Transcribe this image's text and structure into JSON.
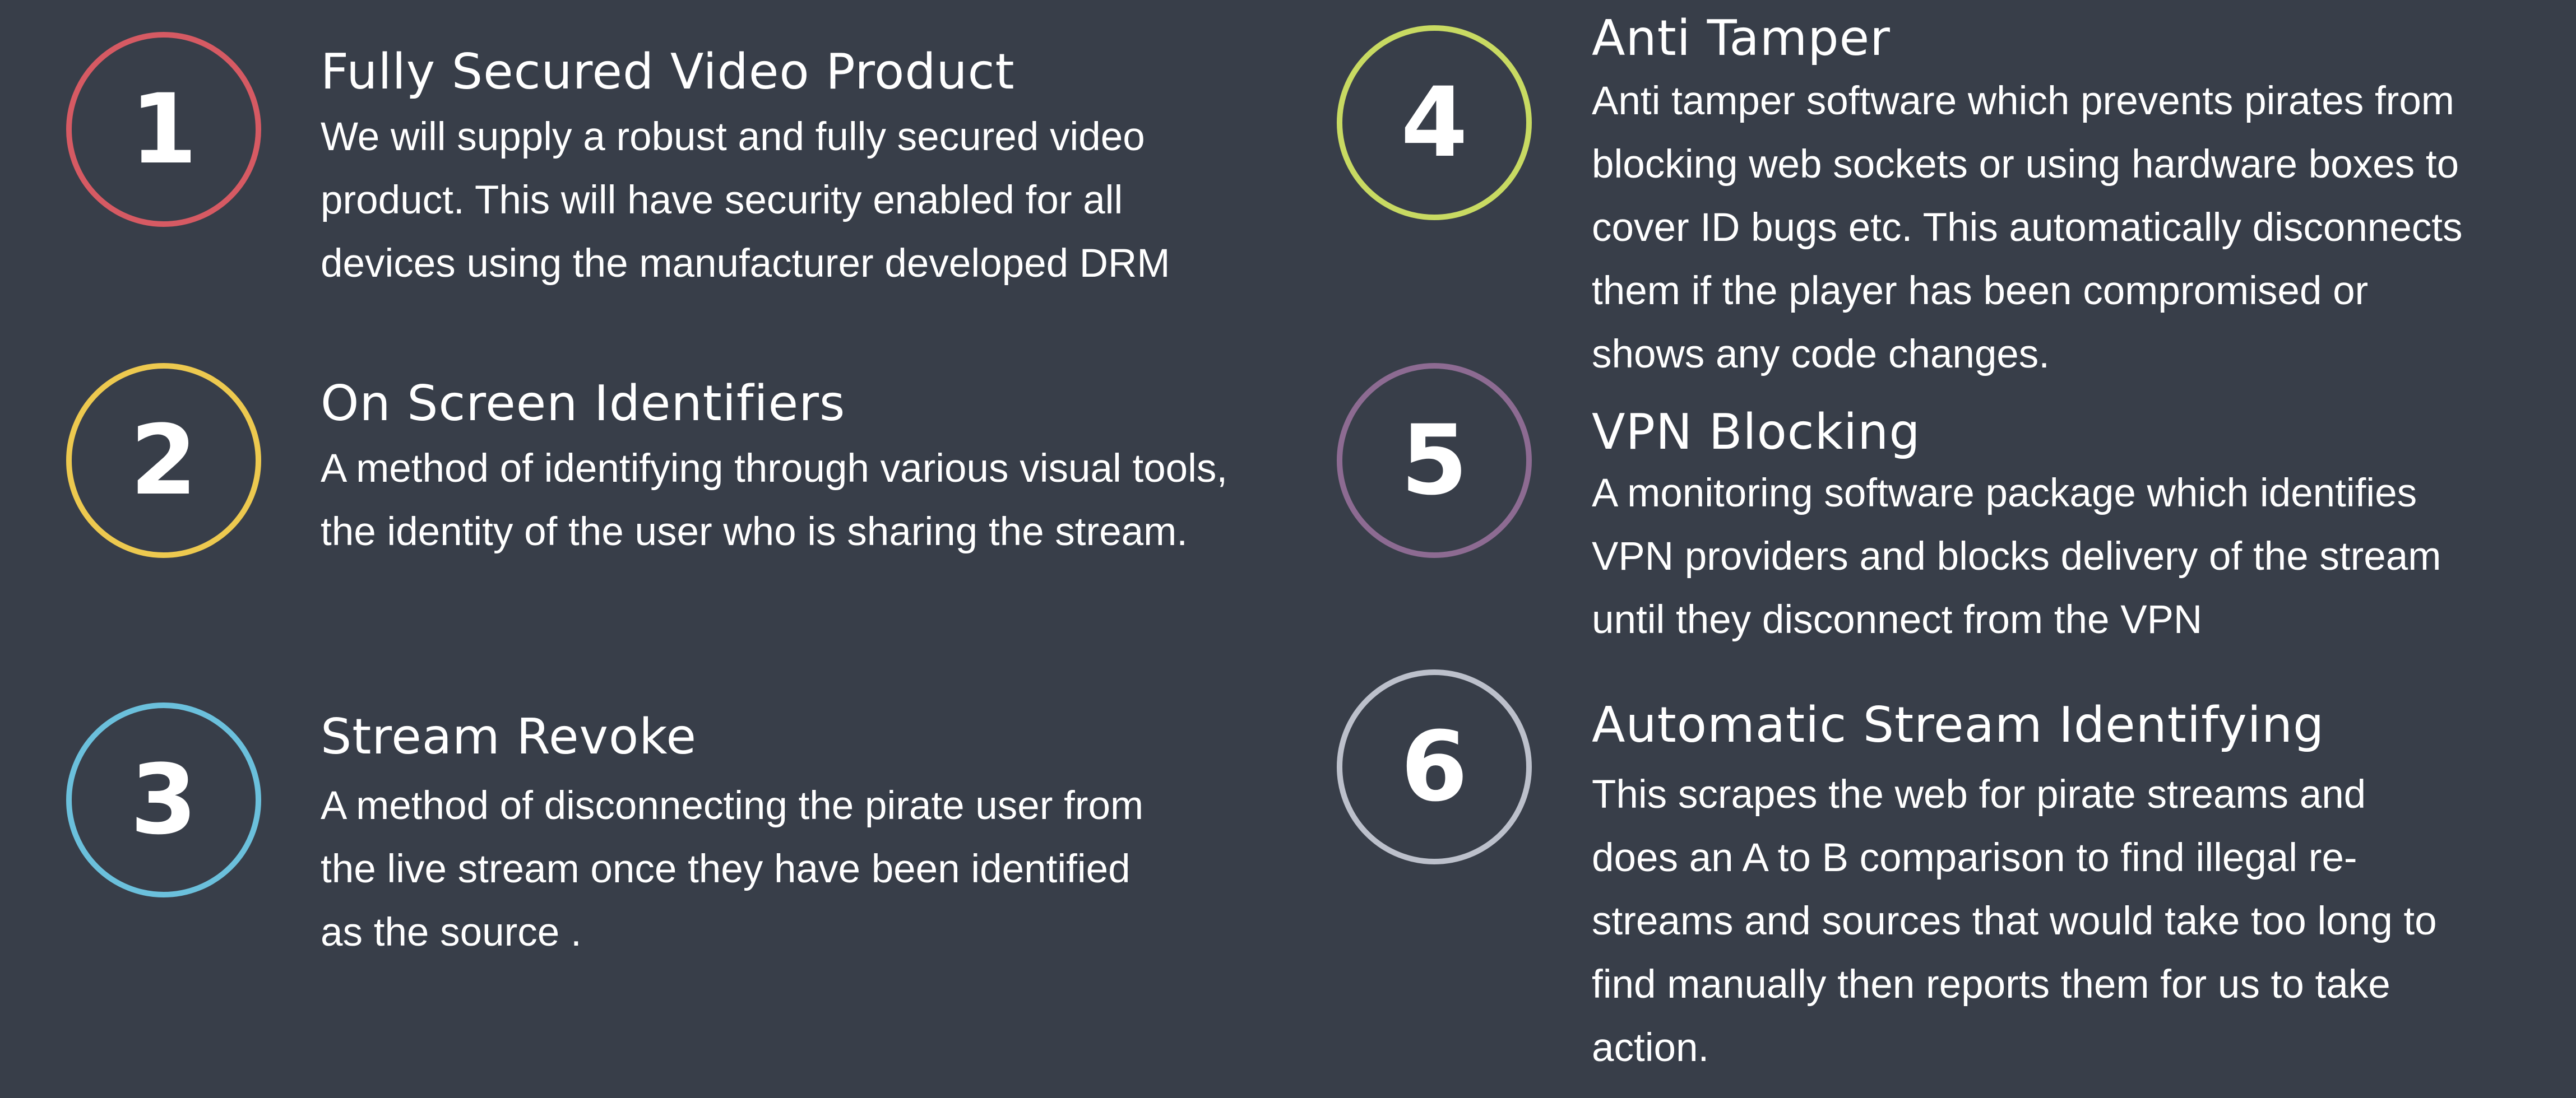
{
  "colors": {
    "background": "#383e49",
    "ring_1": "#d65a63",
    "ring_2": "#edc94f",
    "ring_3": "#6bc0dc",
    "ring_4": "#c8da62",
    "ring_5": "#8d6b92",
    "ring_6": "#bcc0cb"
  },
  "features": [
    {
      "number": "1",
      "title": "Fully Secured Video Product",
      "lines": [
        "We will supply a robust and fully secured video",
        "product. This will have security enabled for all",
        "devices using the manufacturer developed DRM"
      ]
    },
    {
      "number": "2",
      "title": "On Screen Identifiers",
      "lines": [
        "A method of identifying through various visual tools,",
        "the identity of the user who is sharing the stream."
      ]
    },
    {
      "number": "3",
      "title": "Stream Revoke",
      "lines": [
        "A method of disconnecting the pirate user from",
        "the live stream once they have been identified",
        "as the source ."
      ]
    },
    {
      "number": "4",
      "title": "Anti Tamper",
      "lines": [
        "Anti tamper software which prevents pirates from",
        "blocking web sockets or using hardware boxes to",
        "cover ID bugs etc. This automatically disconnects",
        "them if the player has been compromised or",
        "shows any code changes."
      ]
    },
    {
      "number": "5",
      "title": "VPN Blocking",
      "lines": [
        "A monitoring software package which identifies",
        "VPN providers and blocks delivery of the stream",
        "until they disconnect from the VPN"
      ]
    },
    {
      "number": "6",
      "title": "Automatic Stream Identifying",
      "lines": [
        "This scrapes the web for pirate streams and",
        "does an A to B comparison to find illegal re-",
        "streams and sources that would take too long to",
        "find manually then reports them for us to take",
        "action."
      ]
    }
  ]
}
